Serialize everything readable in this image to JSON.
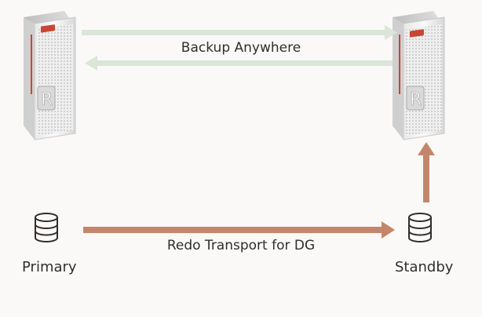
{
  "diagram": {
    "backup_label": "Backup Anywhere",
    "redo_label": "Redo Transport for DG",
    "primary_label": "Primary",
    "standby_label": "Standby",
    "server_badge_letter": "R"
  },
  "colors": {
    "background": "#fbf9f8",
    "backup_arrow": "#dbe5d8",
    "redo_arrow": "#c4866b",
    "icon_stroke": "#312d2a",
    "server_accent": "#c74634"
  },
  "icons": {
    "server_left": "server-rack-icon",
    "server_right": "server-rack-icon",
    "db_primary": "database-icon",
    "db_standby": "database-icon"
  }
}
